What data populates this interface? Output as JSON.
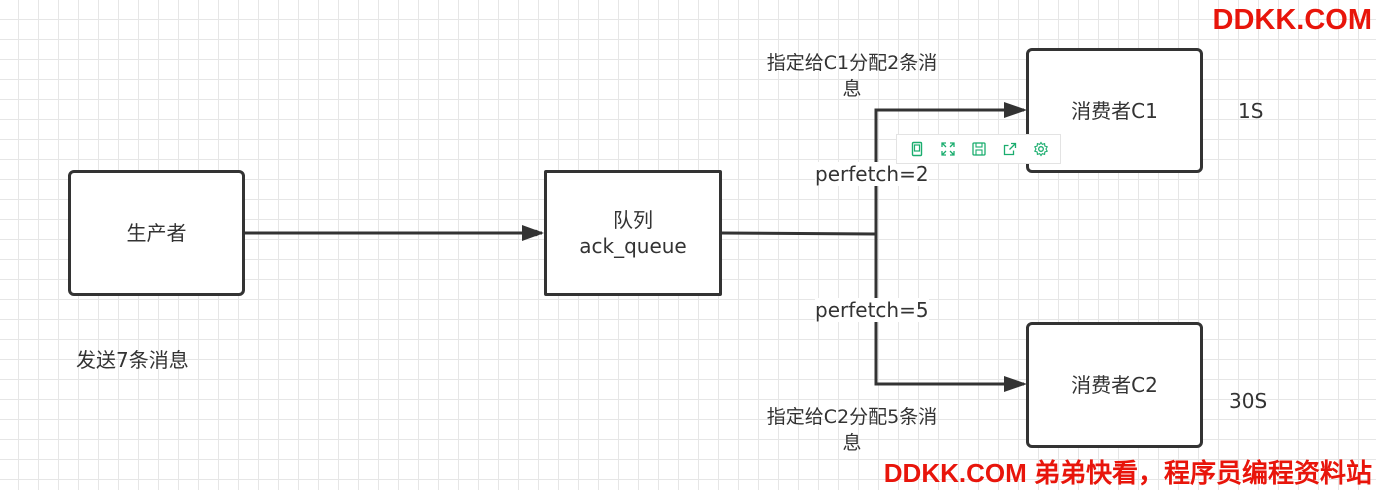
{
  "nodes": {
    "producer": "生产者",
    "queue_line1": "队列",
    "queue_line2": "ack_queue",
    "consumer1": "消费者C1",
    "consumer2": "消费者C2"
  },
  "labels": {
    "send": "发送7条消息",
    "c1_assign_line1": "指定给C1分配2条消",
    "c1_assign_line2": "息",
    "c2_assign_line1": "指定给C2分配5条消",
    "c2_assign_line2": "息",
    "prefetch_c1": "perfetch=2",
    "prefetch_c2": "perfetch=5",
    "c1_time": "1S",
    "c2_time": "30S"
  },
  "watermark": {
    "top": "DDKK.COM",
    "bottom": "DDKK.COM 弟弟快看，程序员编程资料站"
  },
  "toolbar": {
    "icons": [
      "copy-icon",
      "fullscreen-icon",
      "save-icon",
      "share-icon",
      "settings-icon"
    ],
    "icon_color": "#1aad6e"
  },
  "colors": {
    "stroke": "#333333",
    "watermark": "#e8150b",
    "grid": "#e6e6e6"
  }
}
